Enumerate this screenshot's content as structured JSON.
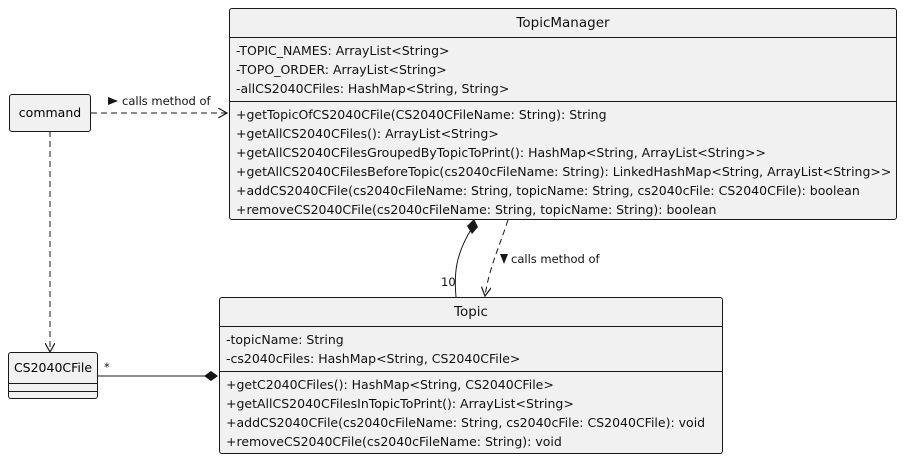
{
  "command": {
    "name": "command"
  },
  "cs2040cfile": {
    "name": "CS2040CFile"
  },
  "topic_manager": {
    "name": "TopicManager",
    "attributes": [
      "-TOPIC_NAMES: ArrayList<String>",
      "-TOPO_ORDER: ArrayList<String>",
      "-allCS2040CFiles: HashMap<String, String>"
    ],
    "methods": [
      "+getTopicOfCS2040CFile(CS2040CFileName: String): String",
      "+getAllCS2040CFiles(): ArrayList<String>",
      "+getAllCS2040CFilesGroupedByTopicToPrint(): HashMap<String, ArrayList<String>>",
      "+getAllCS2040CFilesBeforeTopic(cs2040cFileName: String): LinkedHashMap<String, ArrayList<String>>",
      "+addCS2040CFile(cs2040cFileName: String, topicName: String, cs2040cFile: CS2040CFile): boolean",
      "+removeCS2040CFile(cs2040cFileName: String, topicName: String): boolean"
    ]
  },
  "topic": {
    "name": "Topic",
    "attributes": [
      "-topicName: String",
      "-cs2040cFiles: HashMap<String, CS2040CFile>"
    ],
    "methods": [
      "+getC2040CFiles(): HashMap<String, CS2040CFile>",
      "+getAllCS2040CFilesInTopicToPrint(): ArrayList<String>",
      "+addCS2040CFile(cs2040cFileName: String, cs2040cFile: CS2040CFile): void",
      "+removeCS2040CFile(cs2040cFileName: String): void"
    ]
  },
  "labels": {
    "calls_method_of_1": "calls method of",
    "calls_method_of_2": "calls method of",
    "multiplicity_topics": "10",
    "multiplicity_files": "*"
  }
}
